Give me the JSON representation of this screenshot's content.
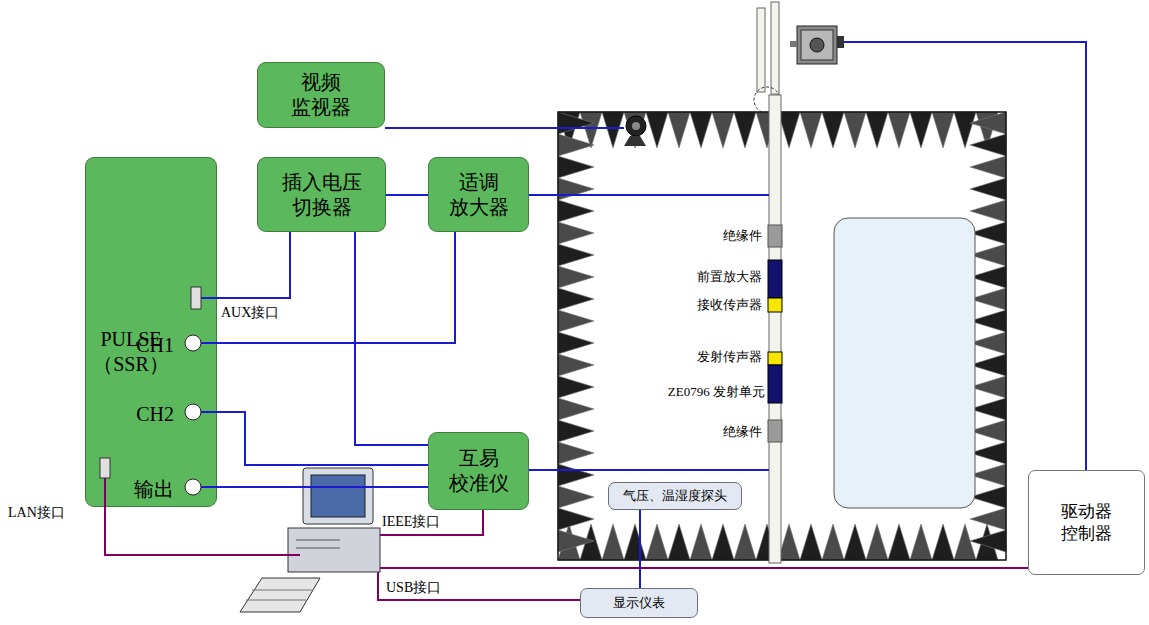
{
  "diagram": {
    "nodes": [
      {
        "text": [
          "视频 监视器"
        ]
      },
      {
        "text": [
          "PULSE （SSR）"
        ]
      },
      {
        "text": [
          "插入电压 切换器"
        ]
      },
      {
        "text": [
          "适调 放大器"
        ]
      },
      {
        "text": [
          "互易 校准仪"
        ]
      },
      {
        "text": [
          "气压、温湿度探头"
        ]
      },
      {
        "text": [
          "驱动器 控制器"
        ]
      },
      {
        "text": [
          "显示仪表"
        ]
      }
    ],
    "edges": [
      {
        "from": 1,
        "to": 2,
        "arrow": "none"
      },
      {
        "from": 2,
        "to": 3,
        "arrow": "none"
      },
      {
        "from": 1,
        "to": 3,
        "arrow": "none"
      },
      {
        "from": 2,
        "to": 4,
        "arrow": "none"
      },
      {
        "from": 1,
        "to": 4,
        "arrow": "none"
      },
      {
        "from": 1,
        "to": 4,
        "arrow": "none"
      },
      {
        "from": 5,
        "to": 7,
        "arrow": "none"
      }
    ],
    "labels": [
      "AUX接口",
      "CH1",
      "CH2",
      "输出",
      "LAN接口",
      "IEEE接口",
      "USB接口",
      "绝缘件",
      "前置放大器",
      "接收传声器",
      "发射传声器",
      "ZE0796 发射单元",
      "绝缘件"
    ]
  }
}
